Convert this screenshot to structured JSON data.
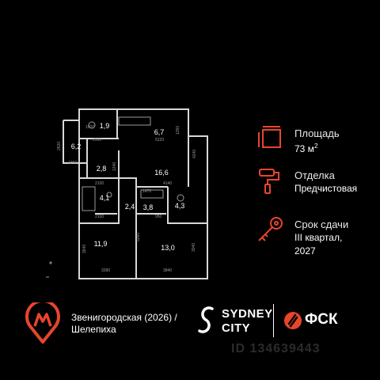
{
  "floorplan": {
    "rooms": [
      {
        "area": "1,9"
      },
      {
        "area": "6,7"
      },
      {
        "area": "6,2"
      },
      {
        "area": "2,8"
      },
      {
        "area": "16,6"
      },
      {
        "area": "4,1"
      },
      {
        "area": "2,4"
      },
      {
        "area": "3,8"
      },
      {
        "area": "4,3"
      },
      {
        "area": "11,9"
      },
      {
        "area": "13,0"
      }
    ],
    "dimensions": [
      "1020",
      "2550",
      "5220",
      "1260",
      "2620",
      "1350",
      "4240",
      "1240",
      "4140",
      "1470",
      "2100",
      "2100",
      "950",
      "3640",
      "5260",
      "3040",
      "3280",
      "3840"
    ]
  },
  "info": {
    "area": {
      "label": "Площадь",
      "value_number": "73 м",
      "value_sup": "2",
      "icon": "area-frame-icon"
    },
    "finish": {
      "label": "Отделка",
      "value": "Предчистовая",
      "icon": "paint-roller-icon"
    },
    "deadline": {
      "label": "Срок сдачи",
      "value_line1": "III квартал,",
      "value_line2": "2027",
      "icon": "key-icon"
    }
  },
  "metro": {
    "line1": "Звенигородская (2026) /",
    "line2": "Шелепиха",
    "icon": "metro-m-icon"
  },
  "brands": {
    "sydney_line1": "SYDNEY",
    "sydney_line2": "CITY",
    "fsk": "ФСК"
  },
  "watermark": {
    "text": "ID 134639443"
  },
  "colors": {
    "background": "#000000",
    "accent": "#e8452c",
    "text": "#ffffff"
  }
}
